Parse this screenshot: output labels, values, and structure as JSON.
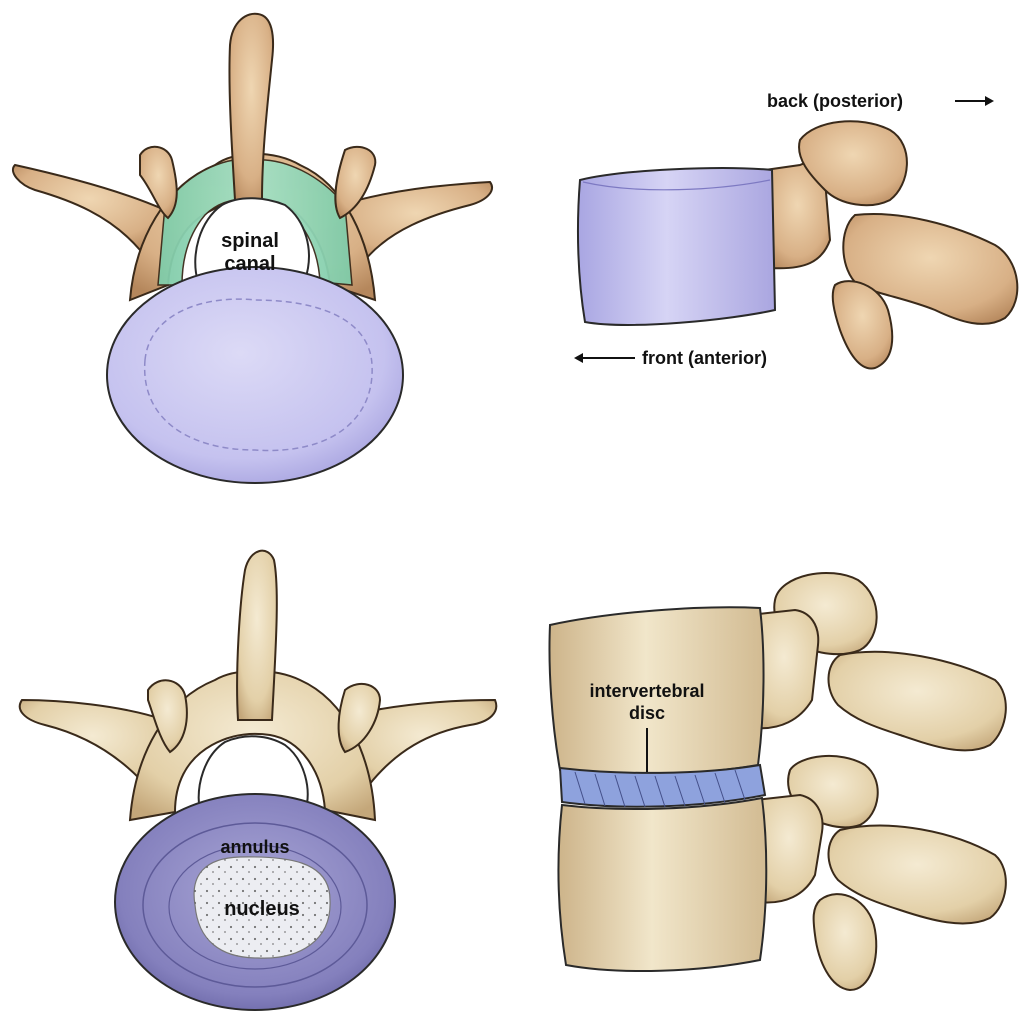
{
  "labels": {
    "spinal_canal_line1": "spinal",
    "spinal_canal_line2": "canal",
    "back_posterior": "back (posterior)",
    "front_anterior": "front (anterior)",
    "intervertebral_line1": "intervertebral",
    "intervertebral_line2": "disc",
    "annulus": "annulus",
    "nucleus": "nucleus"
  },
  "colors": {
    "bone": "#d9b48c",
    "bone_light": "#ead9b8",
    "bone_shadow": "#b08660",
    "body_highlight": "#c9c6f2",
    "ligament": "#8fd3b2",
    "annulus": "#8f8cc6",
    "nucleus": "#e9ebf0",
    "disc": "#8ea2dd",
    "outline": "#2a2a2a"
  }
}
